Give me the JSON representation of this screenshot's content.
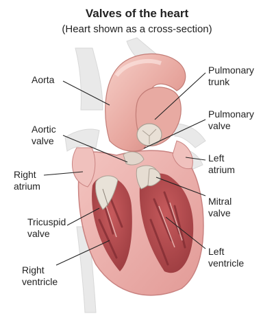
{
  "title": "Valves of the heart",
  "subtitle": "(Heart shown as a cross-section)",
  "labels": {
    "aorta": [
      "Aorta"
    ],
    "aortic_valve": [
      "Aortic",
      "valve"
    ],
    "right_atrium": [
      "Right",
      "atrium"
    ],
    "tricuspid_valve": [
      "Tricuspid",
      "valve"
    ],
    "right_ventricle": [
      "Right",
      "ventricle"
    ],
    "pulmonary_trunk": [
      "Pulmonary",
      "trunk"
    ],
    "pulmonary_valve": [
      "Pulmonary",
      "valve"
    ],
    "left_atrium": [
      "Left",
      "atrium"
    ],
    "mitral_valve": [
      "Mitral",
      "valve"
    ],
    "left_ventricle": [
      "Left",
      "ventricle"
    ]
  },
  "colors": {
    "heart_wall": "#e9a7a4",
    "chamber_inner": "#b4474a",
    "aorta": "#e7a9a0",
    "vessel_ghost": "#e6e6e6",
    "leader_line": "#222222"
  }
}
